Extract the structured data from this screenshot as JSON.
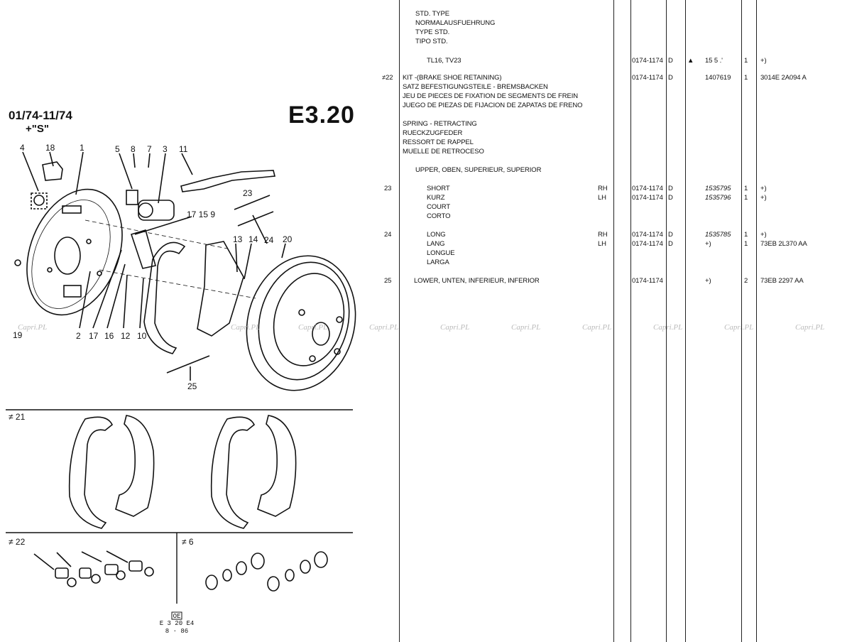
{
  "header": {
    "date_range": "01/74-11/74",
    "variant": "+\"S\"",
    "page_code": "E3.20"
  },
  "callouts": {
    "top_row": [
      "4",
      "18",
      "1",
      "5",
      "8",
      "7",
      "3",
      "11"
    ],
    "n23": "23",
    "n17_15_9": "17 15 9",
    "n13": "13",
    "n14": "14",
    "n24": "24",
    "n20": "20",
    "bottom_row": [
      "19",
      "2",
      "17",
      "16",
      "12",
      "10"
    ],
    "n25": "25"
  },
  "sections": {
    "s21": "≠ 21",
    "s22": "≠ 22",
    "s6": "≠ 6"
  },
  "footer": {
    "stamp": "OE",
    "code": "E 3 20 E4",
    "date": "8 · 86"
  },
  "watermark": "Capri.PL",
  "table": {
    "std_type": [
      "STD. TYPE",
      "NORMALAUSFUEHRUNG",
      "TYPE STD.",
      "TIPO STD."
    ],
    "rows": [
      {
        "ref": "",
        "desc": "TL16, TV23",
        "side": "",
        "range": "0174-1174",
        "c": "D",
        "mark": "▲",
        "part": "15 5 .'",
        "qty": "1",
        "code": "+)"
      },
      {
        "ref": "≠22",
        "desc": "KIT -(BRAKE SHOE RETAINING)",
        "side": "",
        "range": "0174-1174",
        "c": "D",
        "mark": "",
        "part": "1407619",
        "qty": "1",
        "code": "3014E 2A094 A"
      }
    ],
    "kit_lines": [
      "SATZ BEFESTIGUNGSTEILE - BREMSBACKEN",
      "JEU DE PIECES DE FIXATION DE SEGMENTS DE FREIN",
      "JUEGO DE PIEZAS DE FIJACION DE ZAPATAS DE FRENO"
    ],
    "spring_lines": [
      "SPRING - RETRACTING",
      "RUECKZUGFEDER",
      "RESSORT DE RAPPEL",
      "MUELLE DE RETROCESO"
    ],
    "upper": "UPPER, OBEN, SUPERIEUR, SUPERIOR",
    "r23": {
      "ref": "23",
      "lines": [
        "SHORT",
        "KURZ",
        "COURT",
        "CORTO"
      ],
      "rh": {
        "side": "RH",
        "range": "0174-1174",
        "c": "D",
        "part": "1535795",
        "qty": "1",
        "code": "+)"
      },
      "lh": {
        "side": "LH",
        "range": "0174-1174",
        "c": "D",
        "part": "1535796",
        "qty": "1",
        "code": "+)"
      }
    },
    "r24": {
      "ref": "24",
      "lines": [
        "LONG",
        "LANG",
        "LONGUE",
        "LARGA"
      ],
      "rh": {
        "side": "RH",
        "range": "0174-1174",
        "c": "D",
        "part": "1535785",
        "qty": "1",
        "code": "+)"
      },
      "lh": {
        "side": "LH",
        "range": "0174-1174",
        "c": "D",
        "part": "+)",
        "qty": "1",
        "code": "73EB 2L370 AA"
      }
    },
    "r25": {
      "ref": "25",
      "desc": "LOWER, UNTEN, INFERIEUR, INFERIOR",
      "range": "0174-1174",
      "part": "+)",
      "qty": "2",
      "code": "73EB 2297 AA"
    }
  }
}
